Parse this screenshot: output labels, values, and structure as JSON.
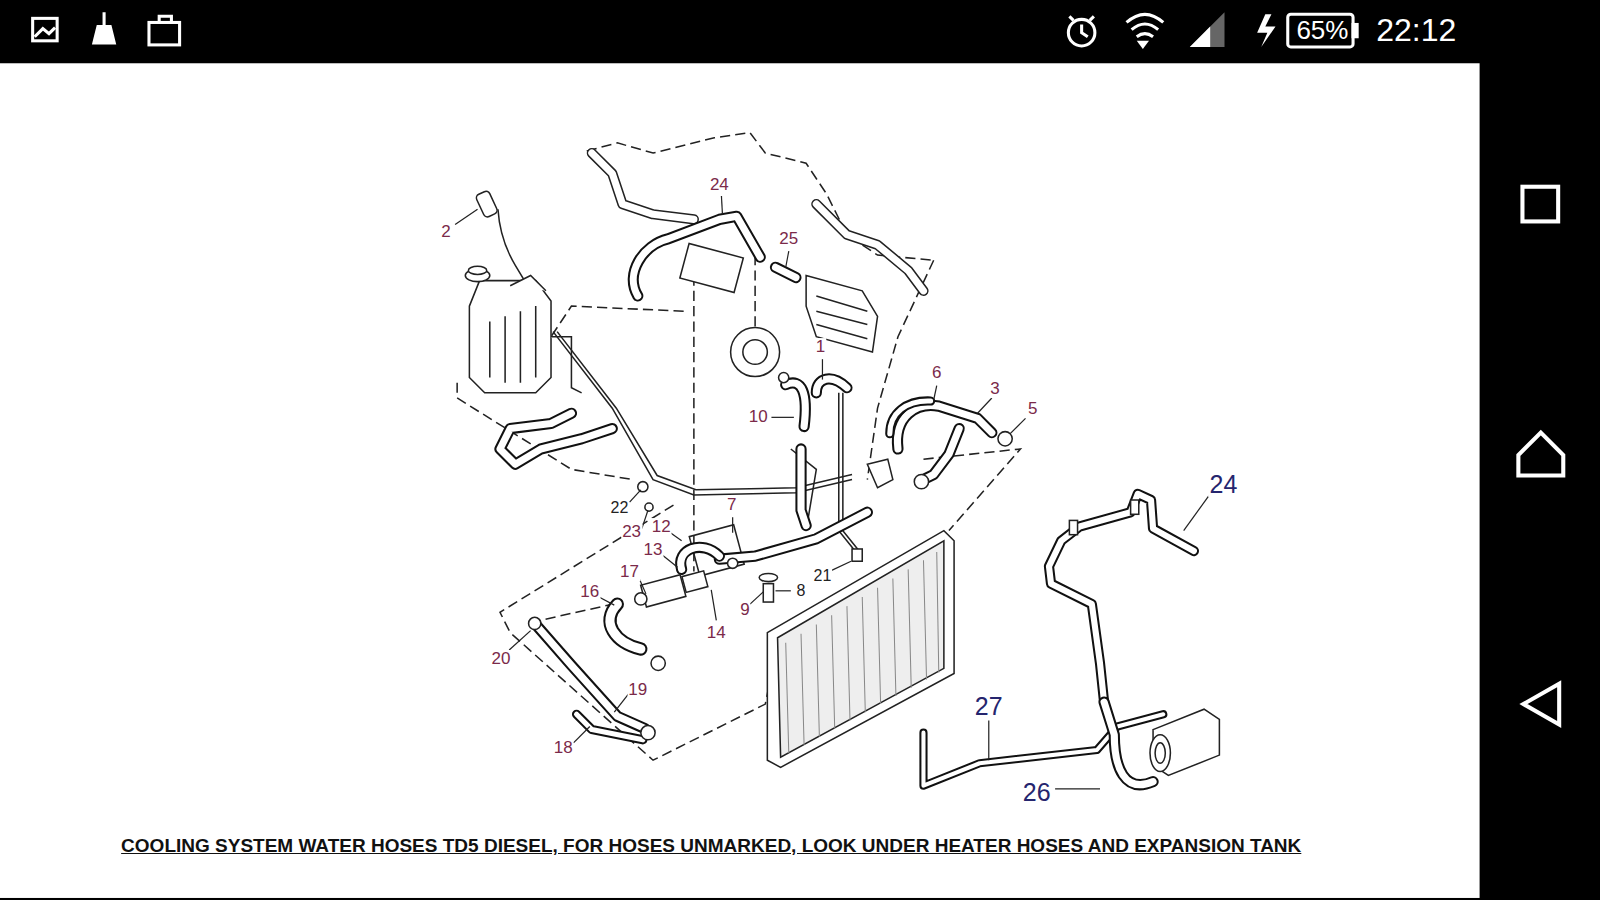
{
  "diagram": {
    "caption": "COOLING SYSTEM WATER HOSES TD5 DIESEL, FOR HOSES UNMARKED, LOOK UNDER HEATER HOSES AND EXPANSION TANK",
    "labels": [
      "65%",
      "22:12",
      "2",
      "24",
      "25",
      "1",
      "10",
      "6",
      "3",
      "5",
      "7",
      "22",
      "23",
      "12",
      "13",
      "17",
      "16",
      "14",
      "9",
      "8",
      "21",
      "20",
      "19",
      "18",
      "24",
      "27",
      "26"
    ]
  }
}
